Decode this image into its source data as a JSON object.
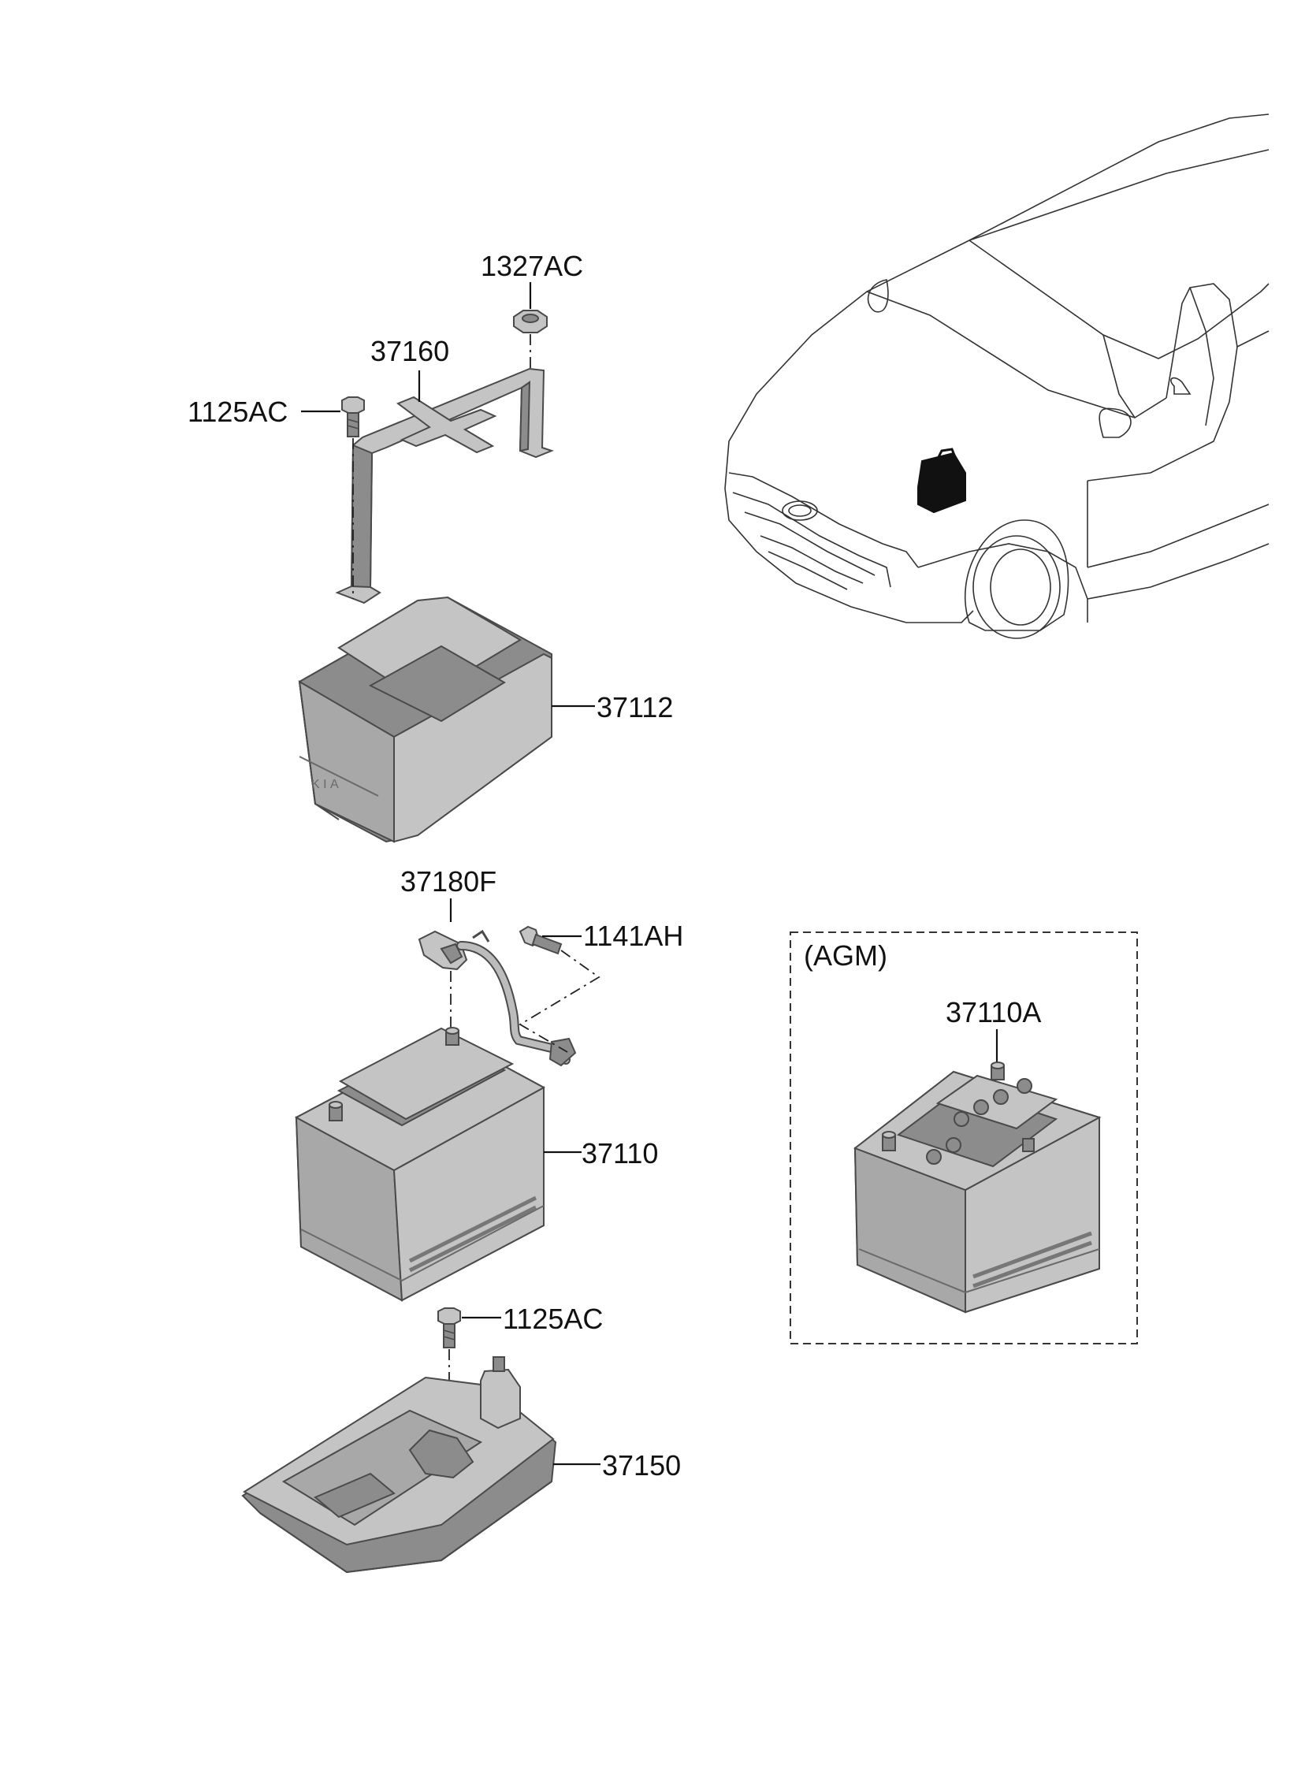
{
  "diagram": {
    "callouts": {
      "c1327AC": "1327AC",
      "c37160": "37160",
      "c1125AC_top": "1125AC",
      "c37112": "37112",
      "c37180F": "37180F",
      "c1141AH": "1141AH",
      "c37110": "37110",
      "c1125AC_bottom": "1125AC",
      "c37150": "37150",
      "c37110A": "37110A"
    },
    "agm_label": "(AGM)"
  },
  "colors": {
    "part_fill": "#a8a8a8",
    "part_light": "#c4c4c4",
    "part_dark": "#8c8c8c",
    "line": "#111111",
    "background": "#ffffff"
  }
}
